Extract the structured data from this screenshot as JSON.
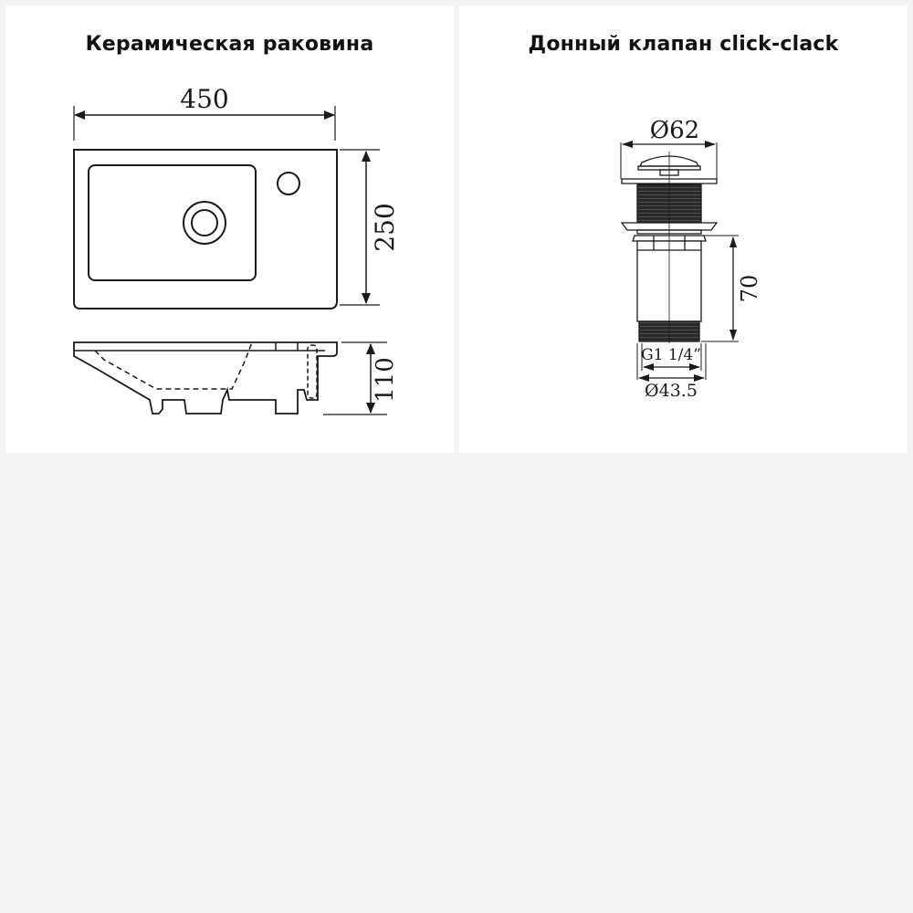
{
  "panels": {
    "sink": {
      "title": "Керамическая раковина",
      "dimensions": {
        "width": "450",
        "depth": "250",
        "height": "110"
      }
    },
    "valve": {
      "title": "Донный клапан click-clack",
      "dimensions": {
        "flange_diameter": "Ø62",
        "body_height": "70",
        "thread": "G1 1/4”",
        "outer_diameter": "Ø43.5"
      }
    }
  },
  "colors": {
    "background": "#f3f3f3",
    "panel": "#ffffff",
    "line": "#1a1a1a",
    "thread": "#2a2a2a"
  }
}
